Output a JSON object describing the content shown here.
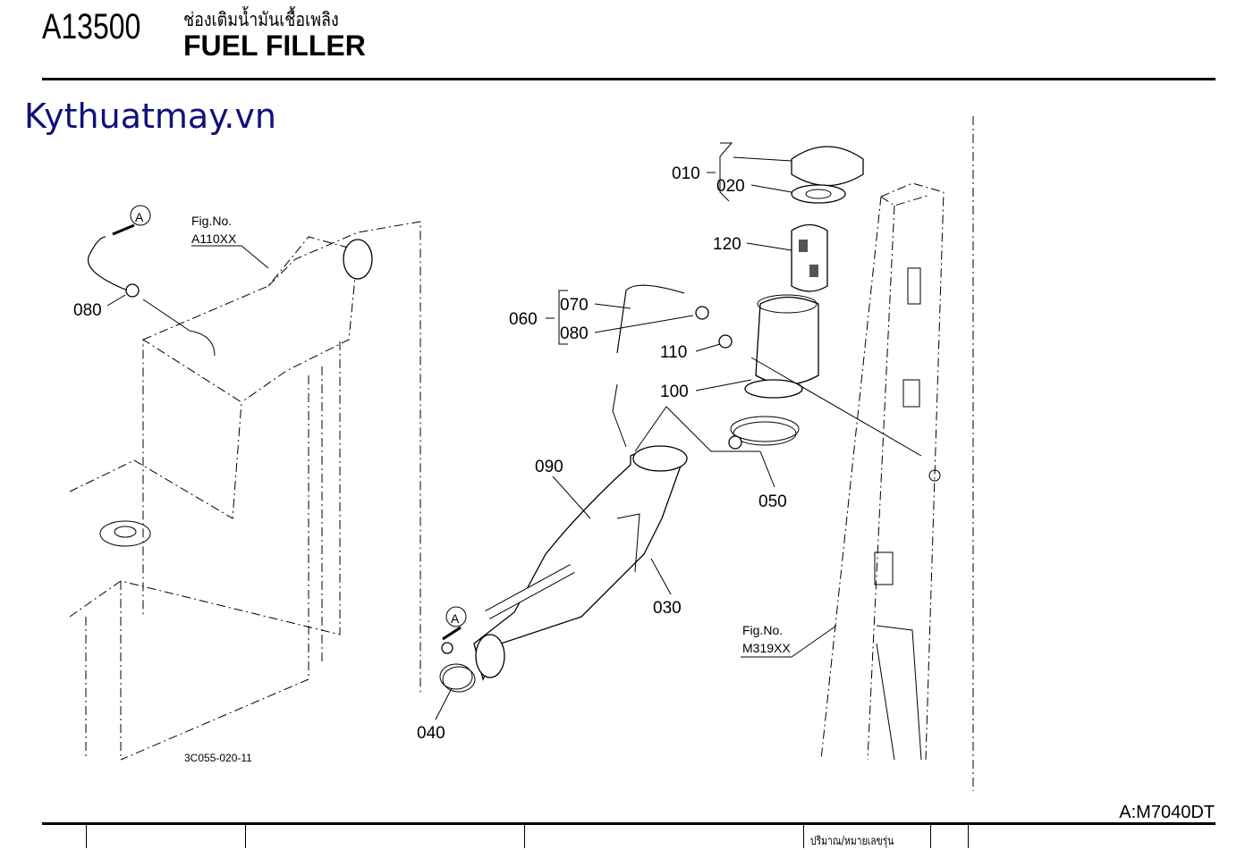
{
  "header": {
    "code": "A13500",
    "title_thai": "ช่องเติมน้ำมันเชื้อเพลิง",
    "title": "FUEL FILLER"
  },
  "watermark": "Kythuatmay.vn",
  "diagram": {
    "drawing_id": "3C055-020-11",
    "fig_refs": [
      {
        "label": "Fig.No.",
        "value": "A110XX"
      },
      {
        "label": "Fig.No.",
        "value": "M319XX"
      }
    ],
    "connector_marker": "A",
    "callouts": {
      "p010": "010",
      "p020": "020",
      "p120": "120",
      "p060": "060",
      "p070": "070",
      "p080": "080",
      "p080_left": "080",
      "p110": "110",
      "p100": "100",
      "p090": "090",
      "p050": "050",
      "p030": "030",
      "p040": "040"
    }
  },
  "footer": {
    "model": "A:M7040DT",
    "qty_header": "ปริมาณ/หมายเลขรุ่น"
  }
}
